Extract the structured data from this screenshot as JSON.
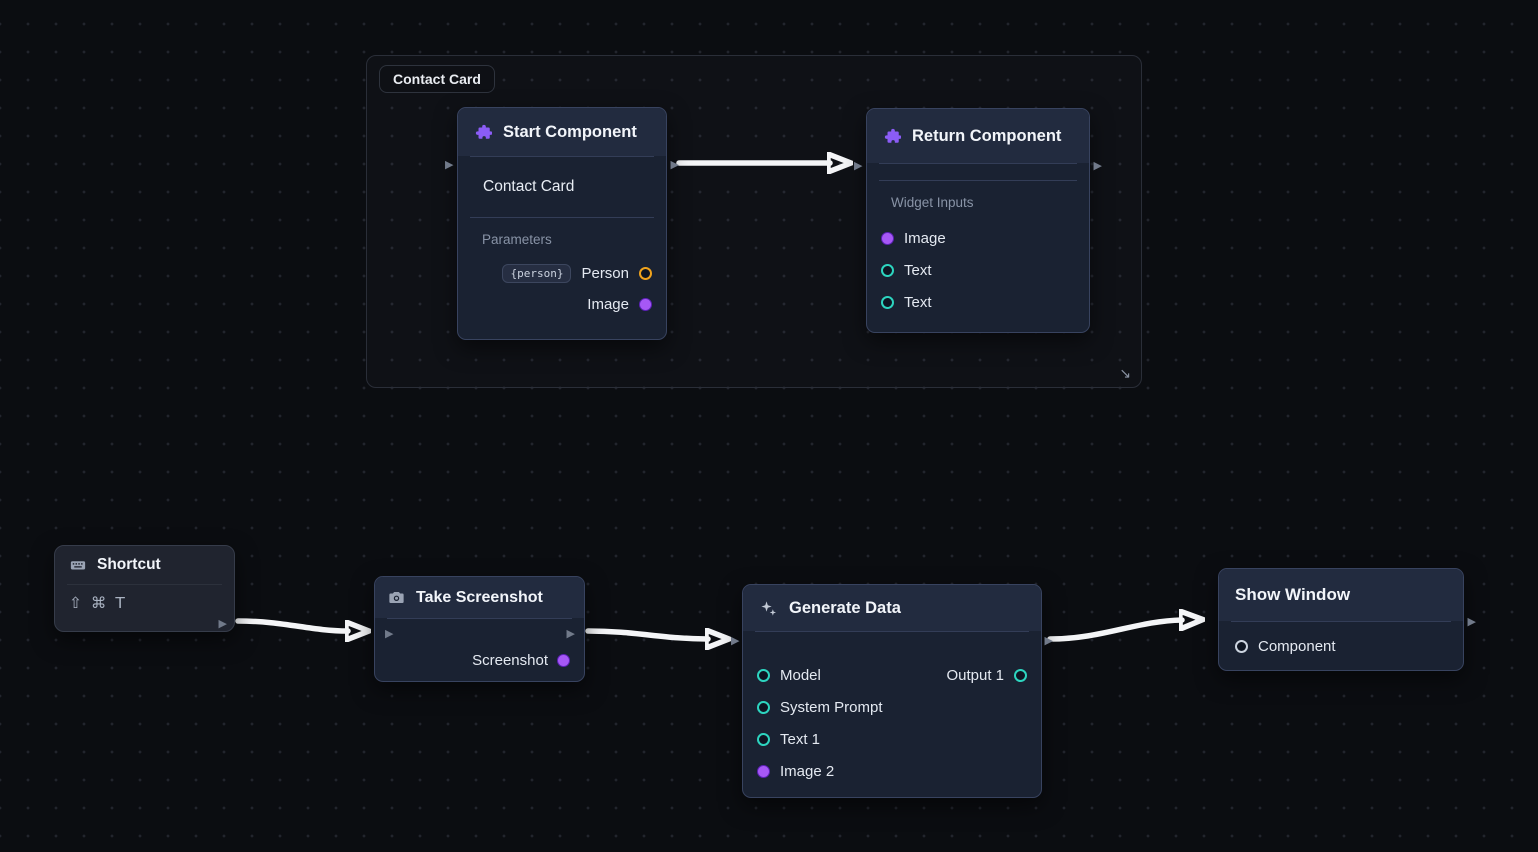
{
  "icons": {
    "flow_arrow": "▶",
    "resize_arrow": "↘"
  },
  "colors": {
    "wire": "#f4f5f7",
    "teal_port": "#2dd4bf",
    "purple_port": "#a658f5",
    "orange_port": "#f0a31d",
    "node_bg": "#1a2232",
    "node_header_bg": "#222b3f",
    "node_border": "#38435f",
    "canvas_bg": "#0b0d11"
  },
  "group": {
    "label": "Contact Card"
  },
  "start_component": {
    "title": "Start Component",
    "subtitle": "Contact Card",
    "section": "Parameters",
    "rows": [
      {
        "badge": "{person}",
        "label": "Person",
        "port": "orange-ring"
      },
      {
        "label": "Image",
        "port": "purple-fill"
      }
    ]
  },
  "return_component": {
    "title": "Return Component",
    "section": "Widget Inputs",
    "rows": [
      {
        "label": "Image",
        "port": "purple-fill"
      },
      {
        "label": "Text",
        "port": "teal-ring"
      },
      {
        "label": "Text",
        "port": "teal-ring"
      }
    ]
  },
  "shortcut": {
    "title": "Shortcut",
    "keys": "⇧ ⌘ T"
  },
  "take_screenshot": {
    "title": "Take Screenshot",
    "output_label": "Screenshot",
    "output_port": "purple-fill"
  },
  "generate_data": {
    "title": "Generate Data",
    "inputs": [
      {
        "label": "Model",
        "port": "teal-ring"
      },
      {
        "label": "System Prompt",
        "port": "teal-ring"
      },
      {
        "label": "Text 1",
        "port": "teal-ring"
      },
      {
        "label": "Image 2",
        "port": "purple-fill"
      }
    ],
    "output_label": "Output 1",
    "output_port": "teal-ring"
  },
  "show_window": {
    "title": "Show Window",
    "input_label": "Component"
  }
}
